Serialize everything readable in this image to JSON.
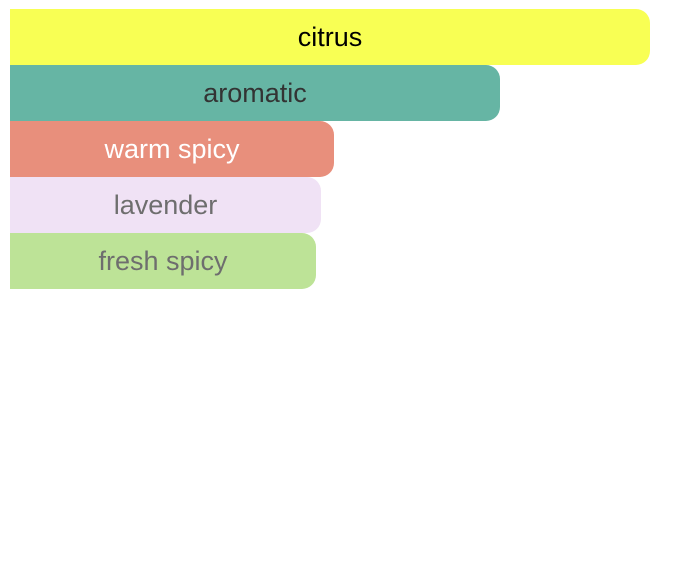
{
  "chart_data": {
    "type": "bar",
    "orientation": "horizontal",
    "categories": [
      "citrus",
      "aromatic",
      "warm spicy",
      "lavender",
      "fresh spicy"
    ],
    "values": [
      100,
      76.6,
      50.6,
      48.6,
      47.8
    ],
    "xlim": [
      0,
      100
    ],
    "grid": false,
    "legend": "none",
    "colors": [
      "#f8ff54",
      "#66b5a4",
      "#e88f7c",
      "#f0e2f5",
      "#bde397"
    ],
    "label_colors": [
      "#000000",
      "#333333",
      "#ffffff",
      "#6e6e6e",
      "#6e6e6e"
    ]
  }
}
